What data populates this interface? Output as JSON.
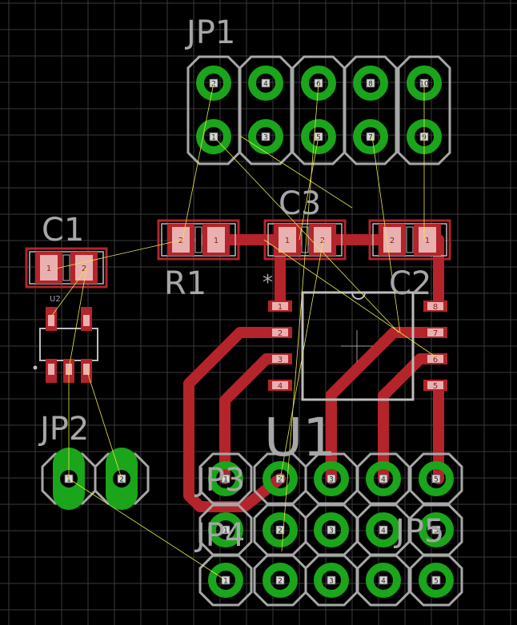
{
  "board": {
    "background": "#000000",
    "grid_color": "#3a3a3a",
    "copper_color": "#b4242a",
    "pad_color": "#1aa51a",
    "silk_color": "#a7a7a7",
    "airwire_color": "#e8e84a"
  },
  "labels": {
    "jp1": "JP1",
    "jp2": "JP2",
    "jp3": "JP3",
    "jp4": "JP4",
    "jp5": "JP5",
    "c1": "C1",
    "c2": "C2",
    "c3": "C3",
    "r1": "R1",
    "u1": "U1",
    "u2": "U2",
    "pin1_marker": "*"
  },
  "jp1_pins": [
    {
      "top": "2",
      "bottom": "1"
    },
    {
      "top": "4",
      "bottom": "3"
    },
    {
      "top": "6",
      "bottom": "5"
    },
    {
      "top": "8",
      "bottom": "7"
    },
    {
      "top": "10",
      "bottom": "9"
    }
  ],
  "jp2_pins": [
    "1",
    "2"
  ],
  "jp3_pins": [
    "1",
    "2",
    "3",
    "4",
    "5"
  ],
  "jp4_pins": [
    "1",
    "2",
    "3",
    "4",
    "5"
  ],
  "jp5_pins": [
    "1",
    "2",
    "3",
    "4",
    "5"
  ],
  "u1_pins_left": [
    "1",
    "2",
    "3",
    "4"
  ],
  "u1_pins_right": [
    "8",
    "7",
    "6",
    "5"
  ],
  "smd_pads": {
    "c1": [
      "1",
      "2"
    ],
    "r1": [
      "2",
      "1"
    ],
    "c3": [
      "1",
      "2"
    ],
    "c2": [
      "2",
      "1"
    ]
  }
}
